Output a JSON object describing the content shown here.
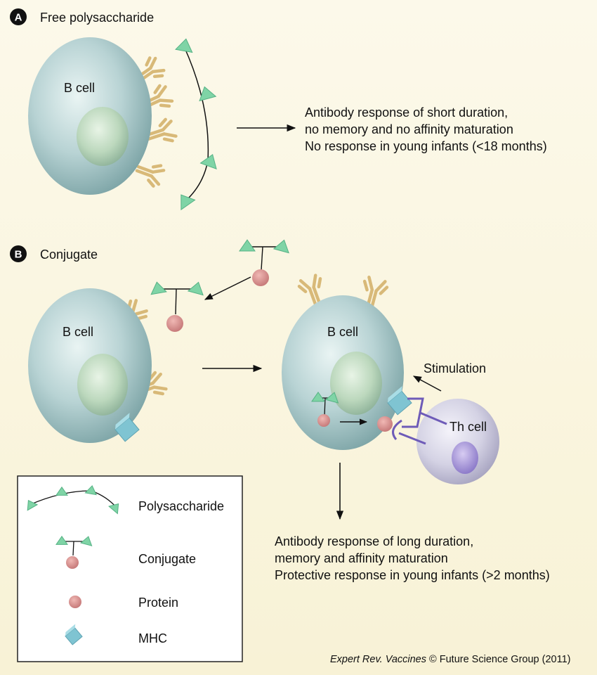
{
  "panel_a": {
    "badge": "A",
    "title": "Free polysaccharide",
    "cell_label": "B cell",
    "outcome": [
      "Antibody response of short duration,",
      "no memory and no affinity maturation",
      "No response in young infants (<18 months)"
    ]
  },
  "panel_b": {
    "badge": "B",
    "title": "Conjugate",
    "cell_label_left": "B cell",
    "cell_label_right": "B cell",
    "stimulation_label": "Stimulation",
    "th_cell_label": "Th cell",
    "outcome": [
      "Antibody response of long duration,",
      "memory and affinity maturation",
      "Protective response in young infants (>2 months)"
    ]
  },
  "legend": {
    "items": [
      {
        "label": "Polysaccharide",
        "icon": "polysaccharide-icon"
      },
      {
        "label": "Conjugate",
        "icon": "conjugate-icon"
      },
      {
        "label": "Protein",
        "icon": "protein-icon"
      },
      {
        "label": "MHC",
        "icon": "mhc-icon"
      }
    ]
  },
  "citation": {
    "journal": "Expert Rev. Vaccines",
    "rest": " © Future Science Group (2011)"
  },
  "colors": {
    "background": "#fbf7e4",
    "b_cell": "#a9c8c9",
    "nucleus": "#bdd7c0",
    "antibody": "#d8b978",
    "polysaccharide": "#7fd4a6",
    "protein": "#d98c8c",
    "mhc": "#7fc4d2",
    "th_cell": "#d6d4e6",
    "th_nucleus": "#a99ad6",
    "tcr": "#6e5bb8"
  }
}
